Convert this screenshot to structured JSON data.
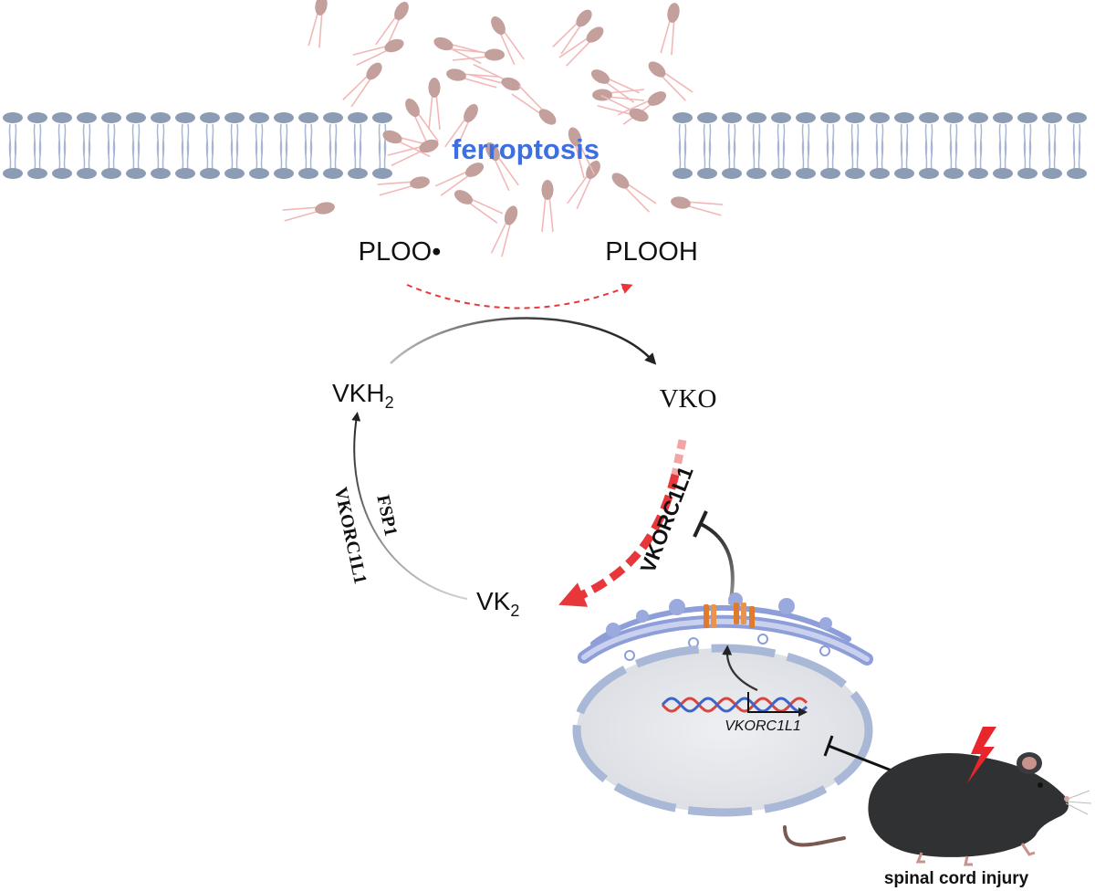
{
  "labels": {
    "ferroptosis": "ferroptosis",
    "ploo_radical": "PLOO•",
    "plooh": "PLOOH",
    "vkh2_main": "VKH",
    "vkh2_sub": "2",
    "vko": "VKO",
    "vk2_main": "VK",
    "vk2_sub": "2",
    "fsp1": "FSP1",
    "vkorc1l1_left": "VKORC1L1",
    "vkorc1l1_right": "VKORC1L1",
    "vkorc1l1_gene": "VKORC1L1",
    "spinal_cord_injury": "spinal cord injury"
  },
  "colors": {
    "membrane": "#8c9cb5",
    "membrane_tail": "#a8b6d2",
    "lipid_head": "#c4a09d",
    "lipid_tail": "#f2b8b8",
    "ferroptosis_text": "#3d6fe0",
    "red_arrow": "#e8373a",
    "dark_arrow": "#222222",
    "er": "#8d9ed8",
    "nucleus_fill": "#e2e4e9",
    "nucleus_rim": "#a9b8d6",
    "dna_red": "#d9463f",
    "dna_blue": "#3d64c9",
    "channel": "#e07b2e",
    "mouse": "#303133",
    "bolt": "#e8262c"
  }
}
